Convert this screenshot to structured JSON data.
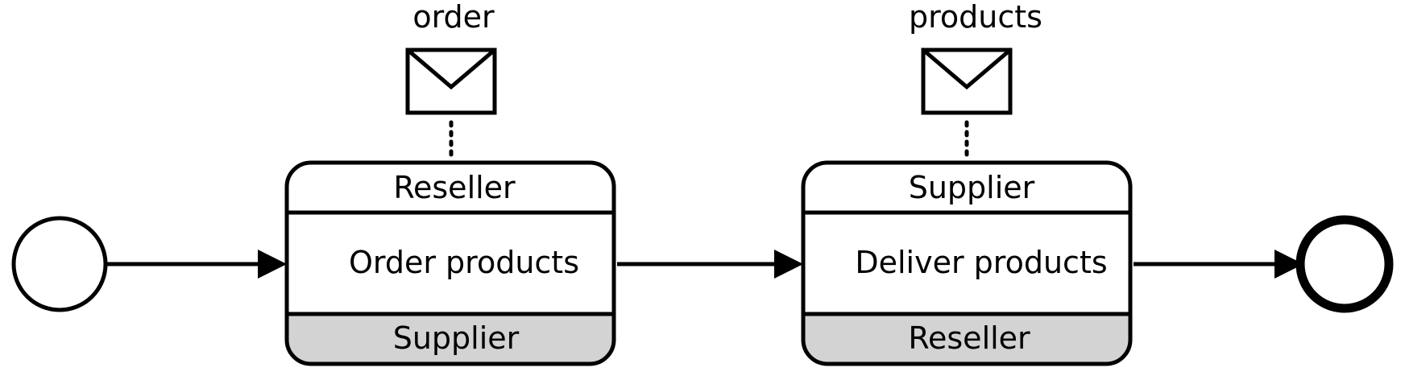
{
  "messages": [
    {
      "label": "order"
    },
    {
      "label": "products"
    }
  ],
  "tasks": [
    {
      "initiator": "Reseller",
      "name": "Order products",
      "participant": "Supplier"
    },
    {
      "initiator": "Supplier",
      "name": "Deliver products",
      "participant": "Reseller"
    }
  ],
  "colors": {
    "stroke": "#000000",
    "participant_band": "#d3d3d3",
    "background": "#ffffff"
  },
  "icons": {
    "start_event": "start-event-circle",
    "end_event": "end-event-circle",
    "message": "envelope-icon",
    "flow_arrow": "arrowhead"
  }
}
